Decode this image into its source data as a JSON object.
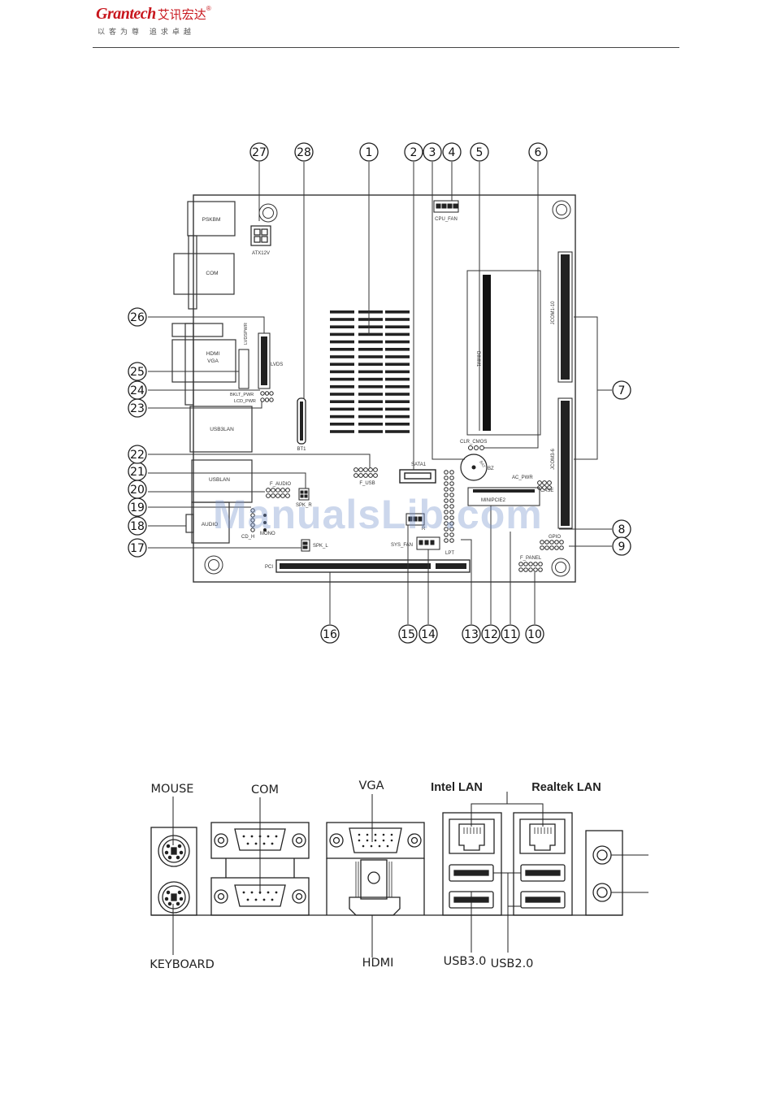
{
  "header": {
    "brand": "Grantech",
    "brand_cn": "艾讯宏达",
    "reg_mark": "®",
    "slogan": "以客为尊 追求卓越"
  },
  "board": {
    "components": {
      "pskbm": "PSKBM",
      "atx12v": "ATX12V",
      "cpu_fan": "CPU_FAN",
      "com": "COM",
      "dimm1": "DIMM1",
      "jcom1_10": "JCOM1-10",
      "lvdspwr": "LVDSPWR",
      "lvds": "LVDS",
      "hdmi": "HDMI",
      "vga": "VGA",
      "bklt_pwr": "BKLT_PWR",
      "lcd_pwr": "LCD_PWR",
      "usb3lan": "USB3LAN",
      "bt1": "BT1",
      "clr_cmos": "CLR_CMOS",
      "jcom3_6": "JCOM3-6",
      "bz": "BZ",
      "bat": "BAT",
      "usblan": "USBLAN",
      "f_usb": "F_USB",
      "sata1": "SATA1",
      "ac_pwr": "AC_PWR",
      "case": "CASE",
      "f_audio": "F_AUDIO",
      "spk_r": "SPK_R",
      "minipcie2": "MINIPCIE2",
      "audio": "AUDIO",
      "cd_h": "CD_H",
      "mono": "MONO",
      "sys_fan": "SYS_FAN",
      "lpt": "LPT",
      "gpio": "GPIO",
      "spk_l": "SPK_L",
      "f_panel": "F_PANEL",
      "pci": "PCI",
      "r_label": "R"
    },
    "callouts": [
      "1",
      "2",
      "3",
      "4",
      "5",
      "6",
      "7",
      "8",
      "9",
      "10",
      "11",
      "12",
      "13",
      "14",
      "15",
      "16",
      "17",
      "18",
      "19",
      "20",
      "21",
      "22",
      "23",
      "24",
      "25",
      "26",
      "27",
      "28"
    ]
  },
  "rear_panel": {
    "mouse": "MOUSE",
    "keyboard": "KEYBOARD",
    "com": "COM",
    "vga": "VGA",
    "hdmi": "HDMI",
    "intel_lan": "Intel LAN",
    "realtek_lan": "Realtek LAN",
    "usb30": "USB3.0",
    "usb20": "USB2.0"
  },
  "watermark": "ManualsLib.com"
}
